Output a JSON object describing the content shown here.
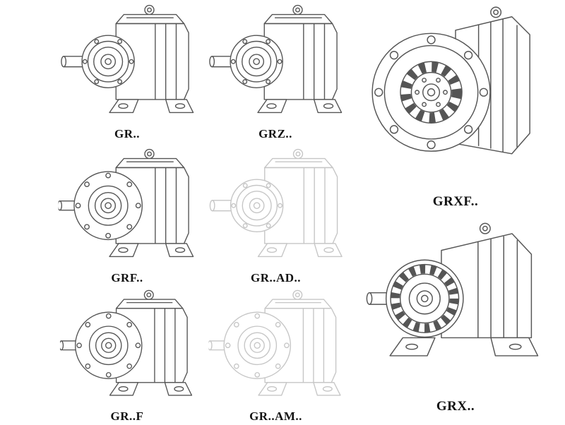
{
  "colors": {
    "line": "#555555",
    "faint": "#c6c6c6",
    "label": "#111111",
    "bg": "#ffffff"
  },
  "models": [
    {
      "label": "GR..",
      "line_style": "solid"
    },
    {
      "label": "GRZ..",
      "line_style": "solid"
    },
    {
      "label": "GRXF..",
      "line_style": "solid"
    },
    {
      "label": "GRF..",
      "line_style": "solid"
    },
    {
      "label": "GR..AD..",
      "line_style": "faint"
    },
    {
      "label": "GR..F",
      "line_style": "solid"
    },
    {
      "label": "GR..AM..",
      "line_style": "faint"
    },
    {
      "label": "GRX..",
      "line_style": "solid"
    }
  ]
}
